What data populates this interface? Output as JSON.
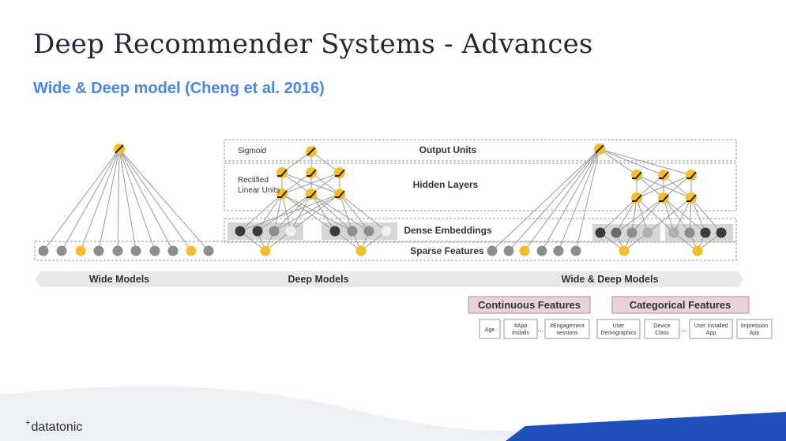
{
  "slide": {
    "title": "Deep Recommender Systems - Advances",
    "subtitle": "Wide & Deep model (Cheng et al. 2016)"
  },
  "layers": {
    "sigmoid": "Sigmoid",
    "output_units": "Output Units",
    "rectified_1": "Rectified",
    "rectified_2": "Linear Units",
    "hidden_layers": "Hidden Layers",
    "dense_embeddings": "Dense Embeddings",
    "sparse_features": "Sparse Features"
  },
  "models": {
    "wide": "Wide Models",
    "deep": "Deep Models",
    "wide_deep": "Wide & Deep Models"
  },
  "feature_groups": {
    "continuous": {
      "title": "Continuous Features",
      "items": [
        {
          "l1": "Age",
          "l2": ""
        },
        {
          "l1": "#App",
          "l2": "Installs"
        },
        {
          "l1": "#Engagement",
          "l2": "sessions"
        }
      ]
    },
    "categorical": {
      "title": "Categorical Features",
      "items": [
        {
          "l1": "User",
          "l2": "Demographics"
        },
        {
          "l1": "Device",
          "l2": "Class"
        },
        {
          "l1": "User Installed",
          "l2": "App"
        },
        {
          "l1": "Impression",
          "l2": "App"
        }
      ]
    },
    "ellipsis": "..."
  },
  "colors": {
    "yellow": "#f4bd2b",
    "gray_node": "#8d8d8d",
    "dark_node": "#3b3b3b",
    "light_node": "#d8d8d8",
    "edge": "#9a9a9a",
    "pink_box": "#ead1dc",
    "subtitle": "#4a86e8",
    "bottom_band": "#1f4fb8"
  },
  "footer": {
    "brand": "datatonic",
    "brand_mark": "+"
  }
}
